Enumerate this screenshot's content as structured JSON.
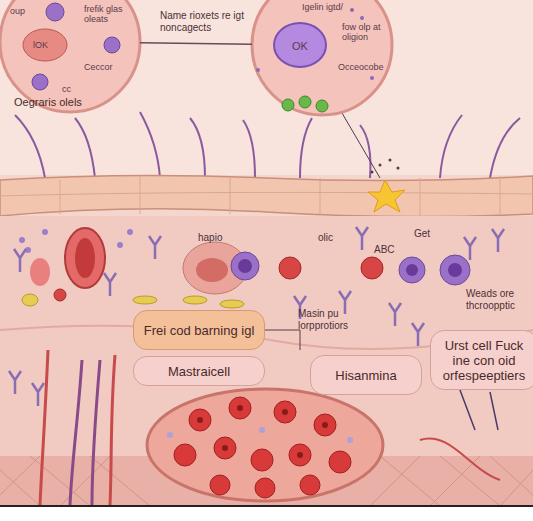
{
  "diagram": {
    "nodes": [
      {
        "text": [
          "Oegraris olels",
          "oup",
          "lOK",
          "frefik glas oleats",
          "Ceccor",
          "cc"
        ]
      },
      {
        "text": [
          "Igelin igtd/",
          "OK",
          "fow olp at oligion",
          "Occeocobe"
        ]
      },
      {
        "text": [
          "Frei cod barning igl"
        ]
      },
      {
        "text": [
          "Mastraicell"
        ]
      },
      {
        "text": [
          "Hisanmina"
        ]
      },
      {
        "text": [
          "Urst cell Fuck ine con oid orfespeeptiers"
        ]
      }
    ],
    "edges": [
      {
        "from": 0,
        "to": 1,
        "arrow": "none"
      }
    ],
    "labels": [
      "Name rioxets re igt noncagects",
      "Masin pu lorpprotiors",
      "Weads ore thcroopptic",
      "hapio",
      "olic",
      "ABC",
      "Get"
    ]
  }
}
